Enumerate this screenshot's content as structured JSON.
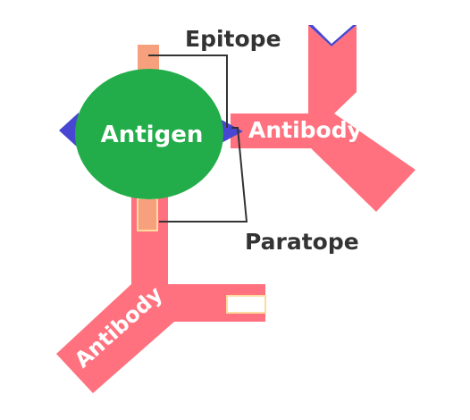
{
  "labels": {
    "antigen": "Antigen",
    "antibody_right": "Antibody",
    "antibody_left": "Antibody",
    "epitope": "Epitope",
    "paratope": "Paratope"
  },
  "colors": {
    "antibody": "#FF717E",
    "antigen": "#22AD4A",
    "epitope_site": "#4747D1",
    "paratope": "#F7A07D",
    "paratope_border": "#FFDA9E",
    "pointer_line": "#333333",
    "label_dark": "#333333",
    "label_light": "#FFFFFF"
  }
}
